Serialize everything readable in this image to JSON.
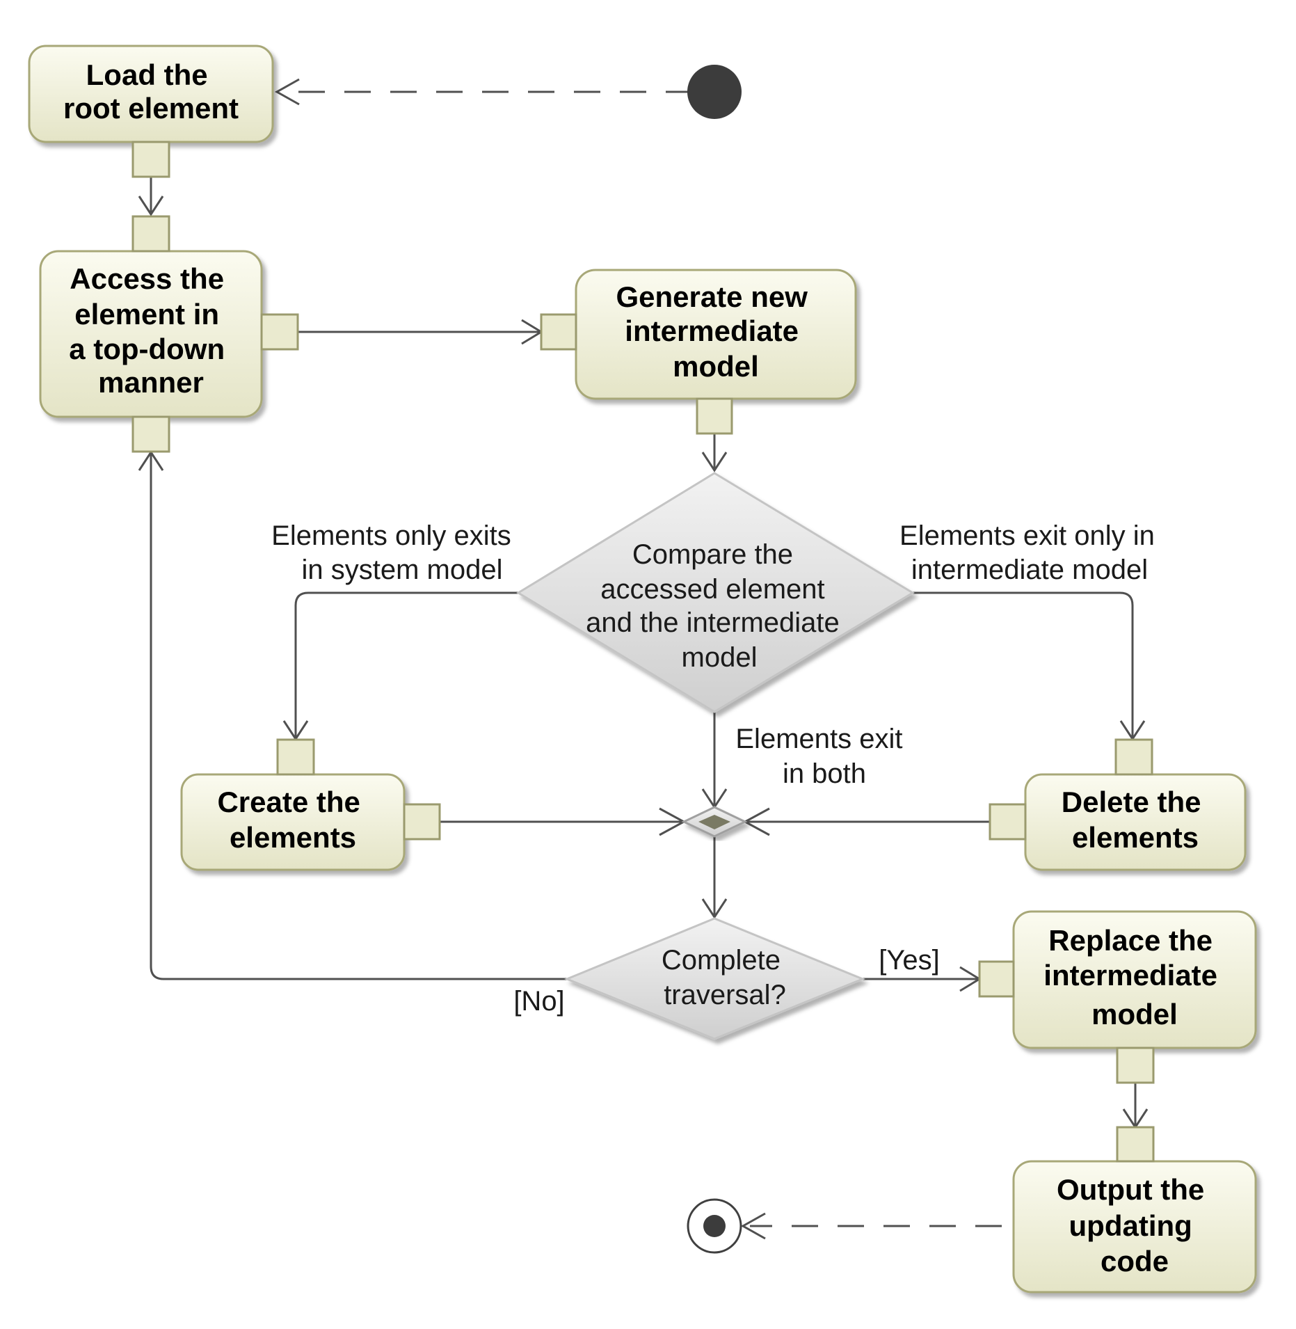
{
  "activities": {
    "load_root": {
      "lines": [
        "Load the",
        "root element"
      ]
    },
    "access_element": {
      "lines": [
        "Access the",
        "element in",
        "a top-down",
        "manner"
      ]
    },
    "generate_model": {
      "lines": [
        "Generate new",
        "intermediate",
        "model"
      ]
    },
    "create_elements": {
      "lines": [
        "Create the",
        "elements"
      ]
    },
    "delete_elements": {
      "lines": [
        "Delete the",
        "elements"
      ]
    },
    "replace_model": {
      "lines": [
        "Replace the",
        "intermediate",
        "model"
      ]
    },
    "output_code": {
      "lines": [
        "Output  the",
        "updating",
        "code"
      ]
    }
  },
  "decisions": {
    "compare": {
      "lines": [
        "Compare the",
        "accessed element",
        "and the intermediate",
        "model"
      ]
    },
    "complete_traversal": {
      "lines": [
        "Complete",
        "traversal?"
      ]
    }
  },
  "edge_labels": {
    "only_system": {
      "lines": [
        "Elements only exits",
        "in system model"
      ]
    },
    "only_intermediate": {
      "lines": [
        "Elements exit only in",
        "intermediate model"
      ]
    },
    "both": {
      "lines": [
        "Elements exit",
        "in both"
      ]
    },
    "yes": "[Yes]",
    "no": "[No]"
  },
  "colors": {
    "action_fill_light": "#fbfbf0",
    "action_fill_dark": "#e4e4c6",
    "action_border": "#a8a878",
    "pin_fill": "#eaeacf",
    "decision_fill_light": "#f2f2f2",
    "decision_fill_dark": "#cfcfcf",
    "line": "#505050",
    "initial_node": "#3c3c3c"
  }
}
